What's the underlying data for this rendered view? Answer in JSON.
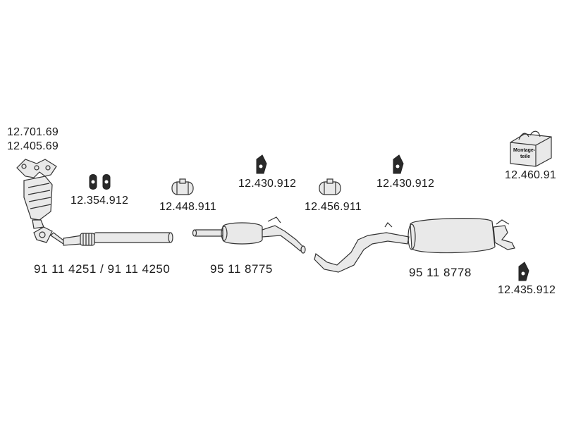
{
  "labels": {
    "manifold_a": "12.701.69",
    "manifold_b": "12.405.69",
    "mount_pair": "12.354.912",
    "clamp_1": "12.448.911",
    "hanger_1": "12.430.912",
    "clamp_2": "12.456.911",
    "hanger_2": "12.430.912",
    "kit": "12.460.91",
    "front_pipe": "91 11 4251 / 91 11 4250",
    "middle_silencer": "95 11 8775",
    "rear_silencer": "95 11 8778",
    "rear_hanger": "12.435.912"
  },
  "kit_box_text": [
    "Montage-",
    "teile"
  ]
}
